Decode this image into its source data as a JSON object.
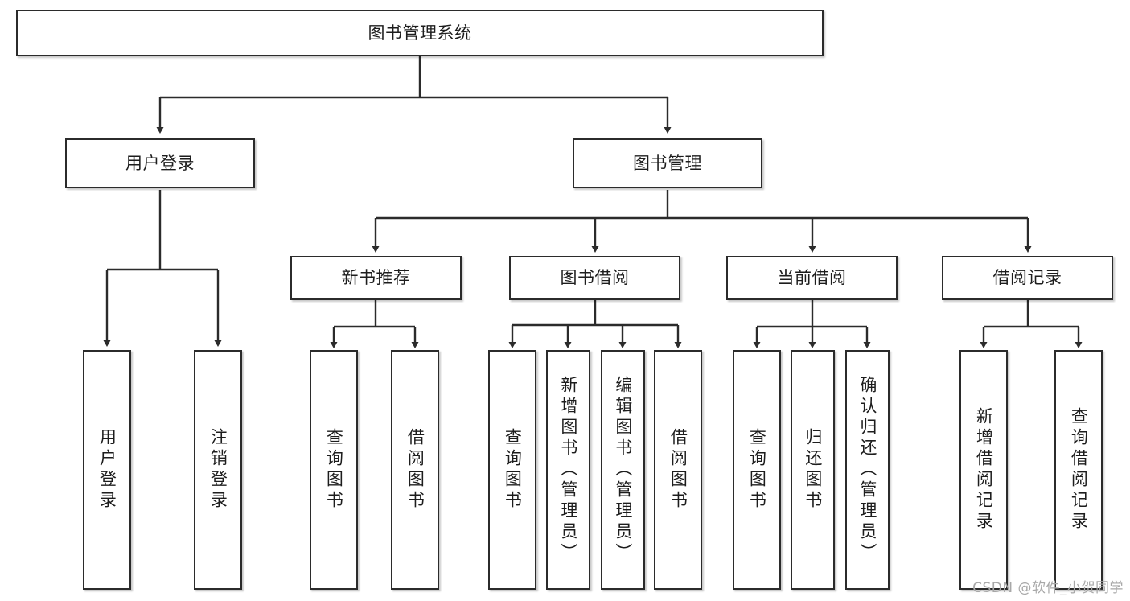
{
  "diagram": {
    "title": "图书管理系统",
    "type": "tree-hierarchy-chart",
    "watermark": "CSDN @软件_小贺同学",
    "colors": {
      "stroke": "#2b2b2b",
      "text": "#1d1d1d",
      "background": "#ffffff",
      "watermark": "#a8a8a8"
    },
    "nodes": {
      "root": {
        "label": "图书管理系统"
      },
      "level1": [
        {
          "id": "user-login",
          "label": "用户登录"
        },
        {
          "id": "book-management",
          "label": "图书管理"
        }
      ],
      "level2": [
        {
          "id": "new-book-recommend",
          "label": "新书推荐"
        },
        {
          "id": "book-borrow",
          "label": "图书借阅"
        },
        {
          "id": "current-borrow",
          "label": "当前借阅"
        },
        {
          "id": "borrow-record",
          "label": "借阅记录"
        }
      ],
      "leaves": {
        "user_login": [
          {
            "id": "leaf-user-login",
            "label": "用户登录"
          },
          {
            "id": "leaf-logout-login",
            "label": "注销登录"
          }
        ],
        "new_book_recommend": [
          {
            "id": "leaf-query-book-1",
            "label": "查询图书"
          },
          {
            "id": "leaf-borrow-book-1",
            "label": "借阅图书"
          }
        ],
        "book_borrow": [
          {
            "id": "leaf-query-book-2",
            "label": "查询图书"
          },
          {
            "id": "leaf-add-book",
            "label": "新增图书（管理员）"
          },
          {
            "id": "leaf-edit-book",
            "label": "编辑图书（管理员）"
          },
          {
            "id": "leaf-borrow-book-2",
            "label": "借阅图书"
          }
        ],
        "current_borrow": [
          {
            "id": "leaf-query-book-3",
            "label": "查询图书"
          },
          {
            "id": "leaf-return-book",
            "label": "归还图书"
          },
          {
            "id": "leaf-confirm-return",
            "label": "确认归还（管理员）"
          }
        ],
        "borrow_record": [
          {
            "id": "leaf-add-borrow-record",
            "label": "新增借阅记录"
          },
          {
            "id": "leaf-query-borrow-record",
            "label": "查询借阅记录"
          }
        ]
      }
    }
  }
}
